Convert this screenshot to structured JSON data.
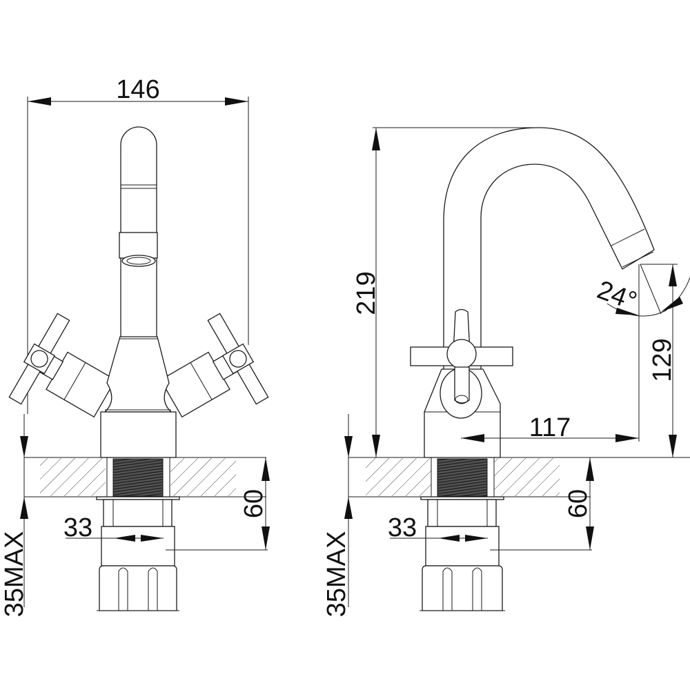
{
  "drawing": {
    "front_view": {
      "width_label": "146",
      "thread_label": "33",
      "deck_label": "60",
      "max_thickness_label": "35MAX"
    },
    "side_view": {
      "height_label": "219",
      "reach_label": "117",
      "spout_height_label": "129",
      "angle_label": "24°",
      "thread_label": "33",
      "deck_label": "60",
      "max_thickness_label": "35MAX"
    }
  },
  "colors": {
    "line": "#1a1a1a",
    "background": "#ffffff"
  }
}
